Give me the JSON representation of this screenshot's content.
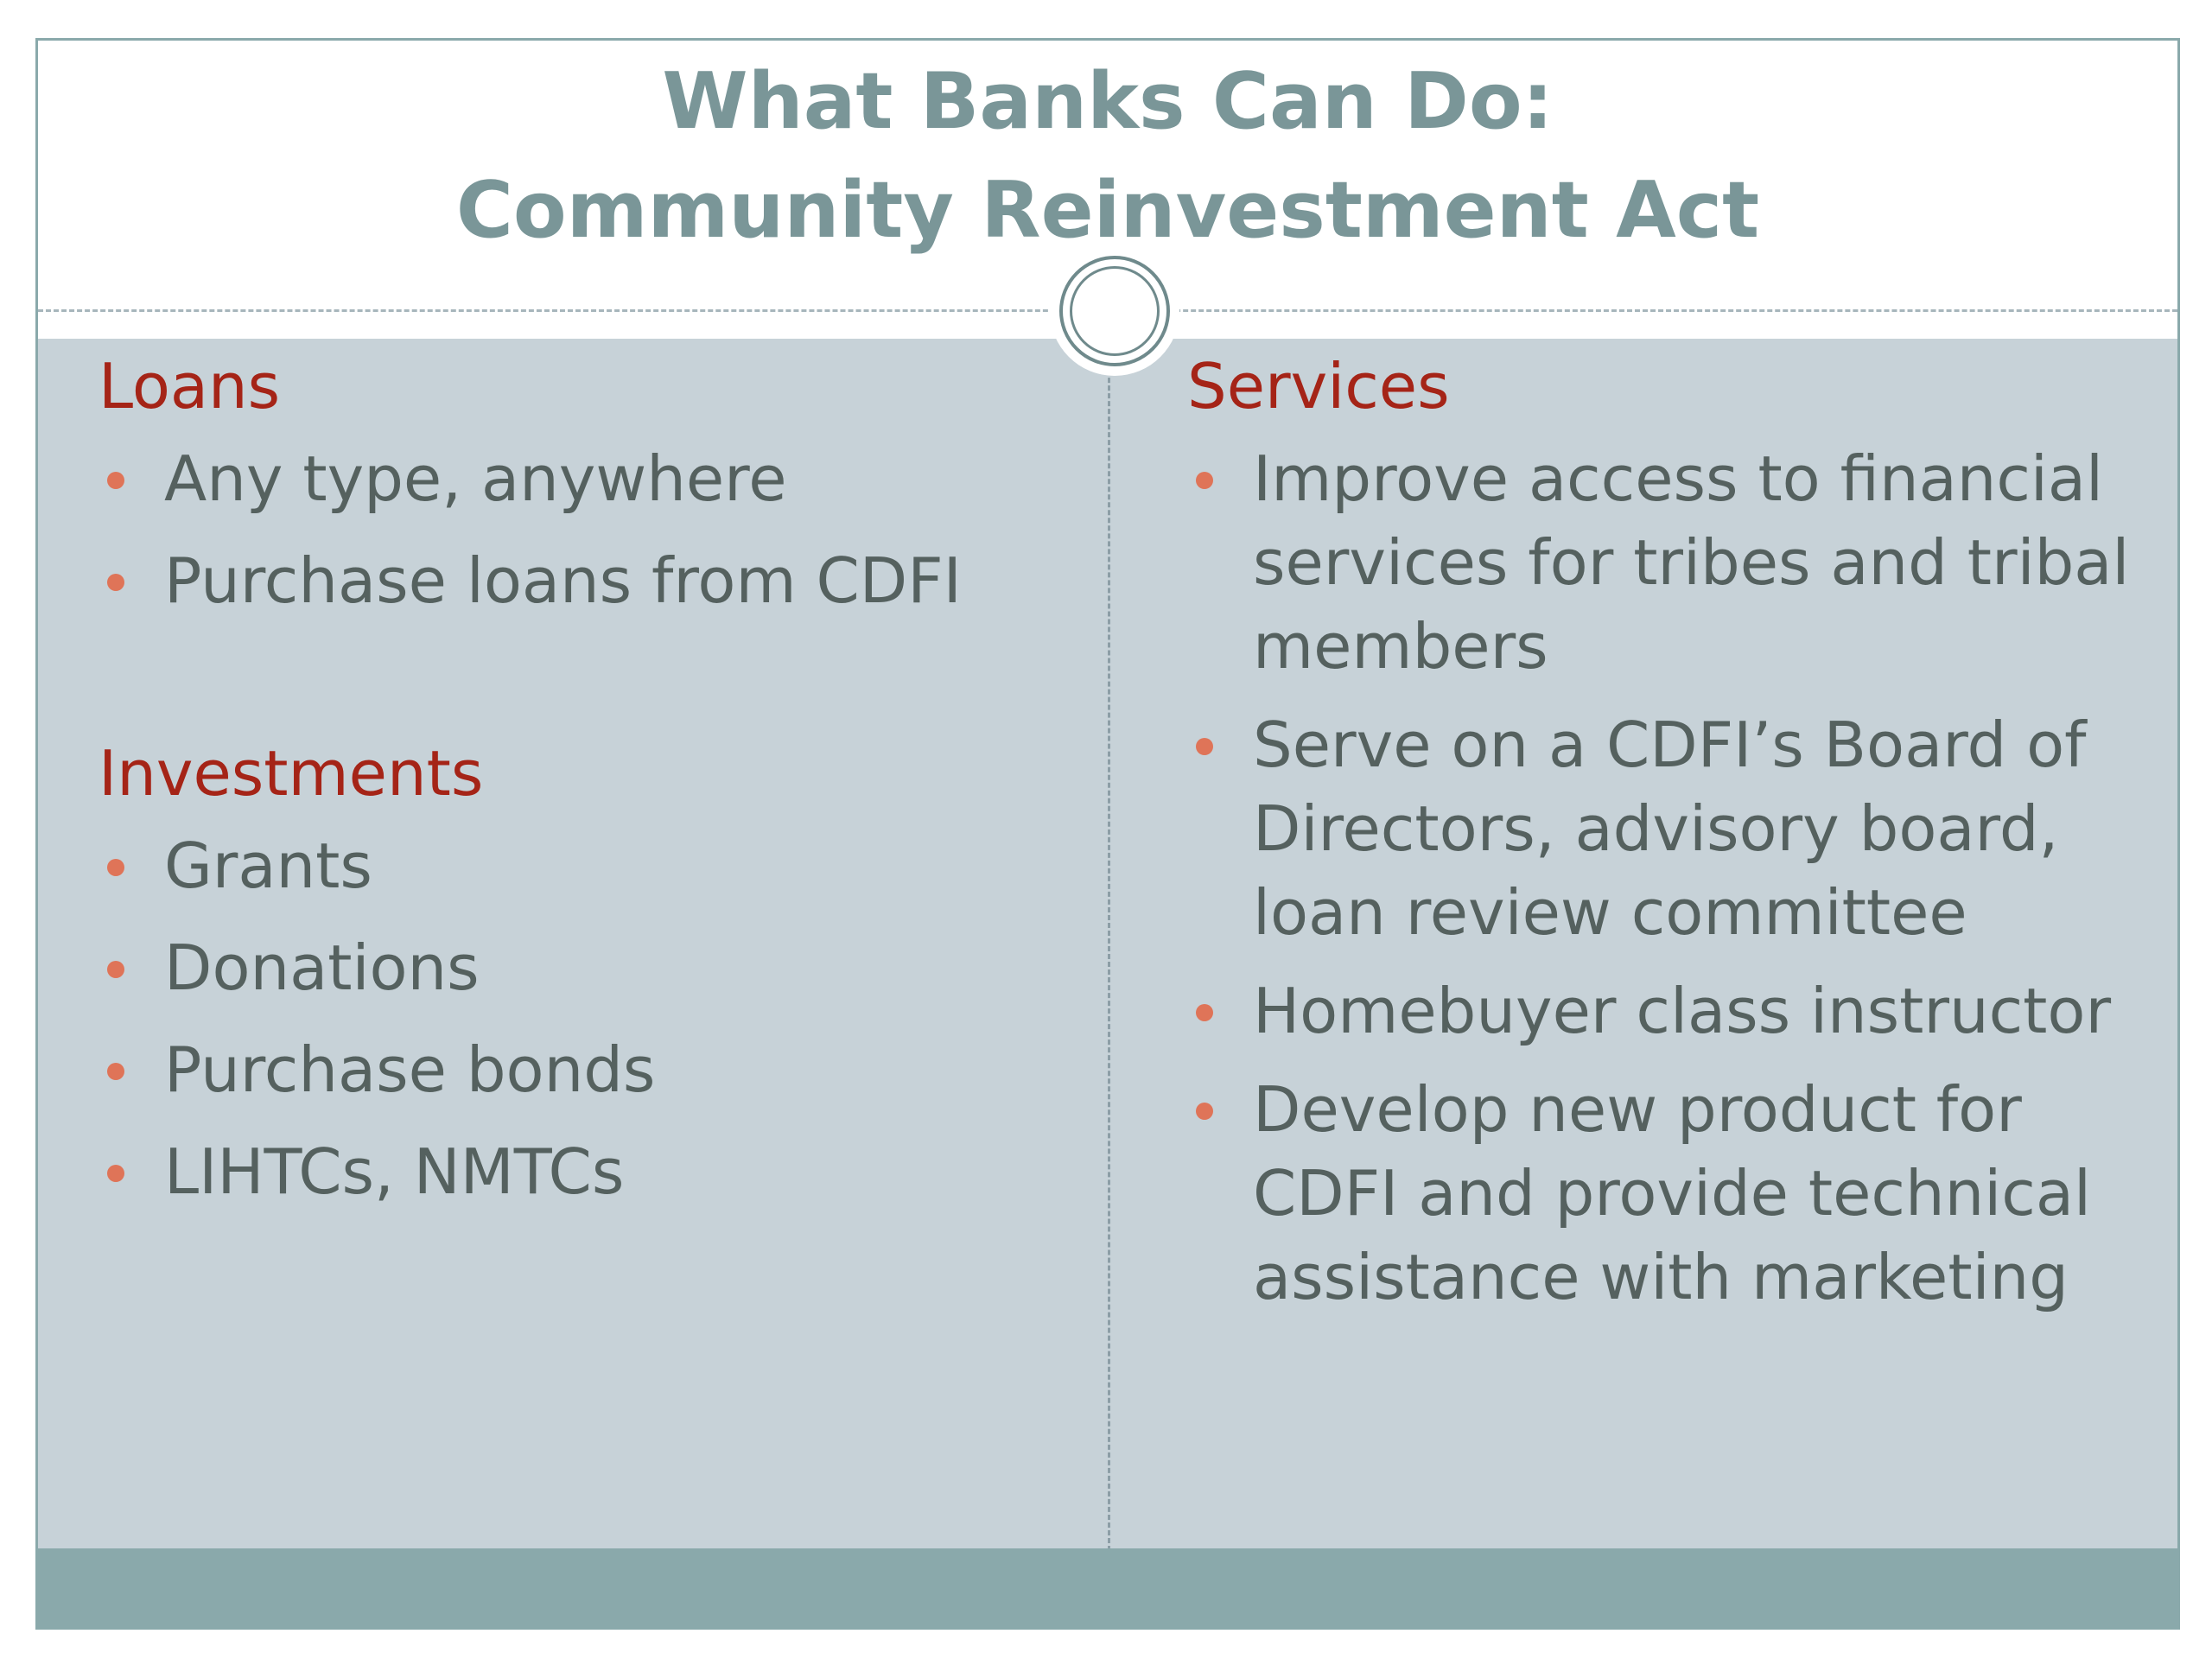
{
  "title": {
    "line1": "What Banks Can Do:",
    "line2": "Community Reinvestment Act"
  },
  "colors": {
    "title": "#7a9698",
    "heading": "#a52417",
    "body_text": "#55615f",
    "bullet": "#df7458",
    "content_background": "#c7d2d8",
    "footer": "#8aa9ab"
  },
  "left_column": {
    "sections": [
      {
        "heading": "Loans",
        "items": [
          "Any type, anywhere",
          "Purchase loans from CDFI"
        ]
      },
      {
        "heading": "Investments",
        "items": [
          "Grants",
          "Donations",
          "Purchase bonds",
          "LIHTCs, NMTCs"
        ]
      }
    ]
  },
  "right_column": {
    "heading": "Services",
    "items": [
      "Improve access to financial services for tribes and tribal members",
      "Serve on a CDFI’s Board of Directors, advisory board, loan review committee",
      "Homebuyer class instructor",
      "Develop new product for CDFI and provide technical assistance with marketing"
    ]
  }
}
